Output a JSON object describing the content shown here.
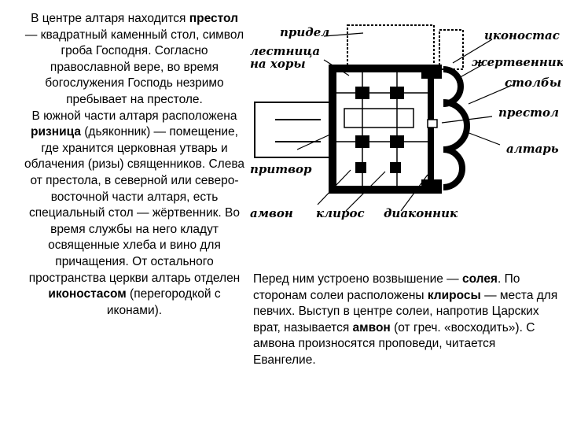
{
  "left_paragraph": {
    "p1_before": "В центре алтаря находится ",
    "p1_term": "престол",
    "p1_after": " — квадратный каменный стол, символ гроба Господня. Согласно православной вере, во время богослужения Господь незримо пребывает на престоле.",
    "p2_before": "В южной части алтаря расположена ",
    "p2_term": "ризница",
    "p2_after": " (дьяконник) — помещение, где хранится церковная утварь и облачения (ризы) священников. Слева от престола, в северной или северо-восточной части алтаря, есть специальный стол — жёртвенник. Во время службы на него кладут освященные хлеба и вино для причащения. От остального пространства церкви алтарь отделен ",
    "p2_term2": "иконостасом",
    "p2_end": " (перегородкой с иконами)."
  },
  "right_paragraph": {
    "before": "Перед ним устроено возвышение — ",
    "term1": "солея",
    "mid1": ". По сторонам солеи расположены ",
    "term2": "клиросы",
    "mid2": " — места для певчих. Выступ в центре солеи, напротив Царских врат, называется ",
    "term3": "амвон",
    "after": " (от греч. «восходить»). С амвона произносятся проповеди, читается Евангелие."
  },
  "plan_labels": {
    "pridel": "придел",
    "lestnitsa_1": "лестница",
    "lestnitsa_2": "на хоры",
    "pritvor": "притвор",
    "amvon": "амвон",
    "kliros": "клирос",
    "diakonnik": "диаконник",
    "ikonostas": "иконостас",
    "zhertvennik": "жертвенник",
    "stolby": "столбы",
    "prestol": "престол",
    "altar": "алтарь"
  }
}
